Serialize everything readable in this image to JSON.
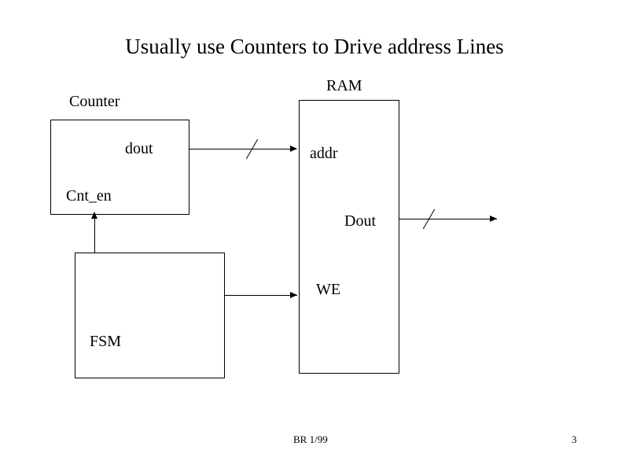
{
  "slide": {
    "title": "Usually use Counters to Drive address Lines",
    "footer": {
      "note": "BR 1/99",
      "page_number": "3"
    },
    "blocks": [
      {
        "name": "counter",
        "label": "Counter"
      },
      {
        "name": "ram",
        "label": "RAM"
      },
      {
        "name": "fsm",
        "label": "FSM"
      }
    ],
    "labels": {
      "counter": "Counter",
      "dout": "dout",
      "cnt_en": "Cnt_en",
      "ram": "RAM",
      "addr": "addr",
      "ram_dout": "Dout",
      "we": "WE",
      "fsm": "FSM"
    },
    "colors": {
      "background": "#ffffff",
      "ink": "#000000"
    }
  }
}
